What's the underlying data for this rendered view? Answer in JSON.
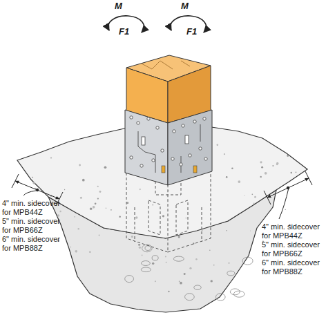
{
  "diagram": {
    "labels": [
      "M",
      "F1",
      "M",
      "F1",
      "4\" min. sidecover for MPB44Z",
      "5\" min. sidecover for MPB66Z",
      "6\" min. sidecover for MPB88Z",
      "4\" min. sidecover for MPB44Z",
      "5\" min. sidecover for MPB66Z",
      "6\" min. sidecover for MPB88Z"
    ]
  }
}
